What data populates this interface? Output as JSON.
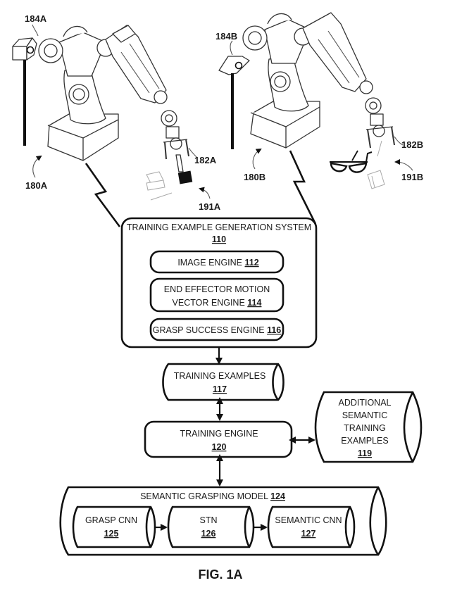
{
  "figure": {
    "caption": "FIG. 1A"
  },
  "robots": [
    {
      "robot_label": "180A",
      "end_effector_label": "182A",
      "camera_label": "184A",
      "objects_label": "191A"
    },
    {
      "robot_label": "180B",
      "end_effector_label": "182B",
      "camera_label": "184B",
      "objects_label": "191B"
    }
  ],
  "training_example_generation_system": {
    "title": "TRAINING EXAMPLE GENERATION SYSTEM",
    "number": "110",
    "engines": [
      {
        "line1": "IMAGE ENGINE",
        "line2": "",
        "number": "112"
      },
      {
        "line1": "END EFFECTOR MOTION",
        "line2": "VECTOR ENGINE",
        "number": "114"
      },
      {
        "line1": "GRASP SUCCESS ENGINE",
        "line2": "",
        "number": "116"
      }
    ]
  },
  "training_examples": {
    "title": "TRAINING EXAMPLES",
    "number": "117"
  },
  "training_engine": {
    "title": "TRAINING ENGINE",
    "number": "120"
  },
  "additional_semantic_training_examples": {
    "lines": [
      "ADDITIONAL",
      "SEMANTIC",
      "TRAINING",
      "EXAMPLES"
    ],
    "number": "119"
  },
  "semantic_grasping_model": {
    "title": "SEMANTIC GRASPING MODEL",
    "number": "124",
    "components": [
      {
        "title": "GRASP CNN",
        "number": "125"
      },
      {
        "title": "STN",
        "number": "126"
      },
      {
        "title": "SEMANTIC CNN",
        "number": "127"
      }
    ]
  }
}
